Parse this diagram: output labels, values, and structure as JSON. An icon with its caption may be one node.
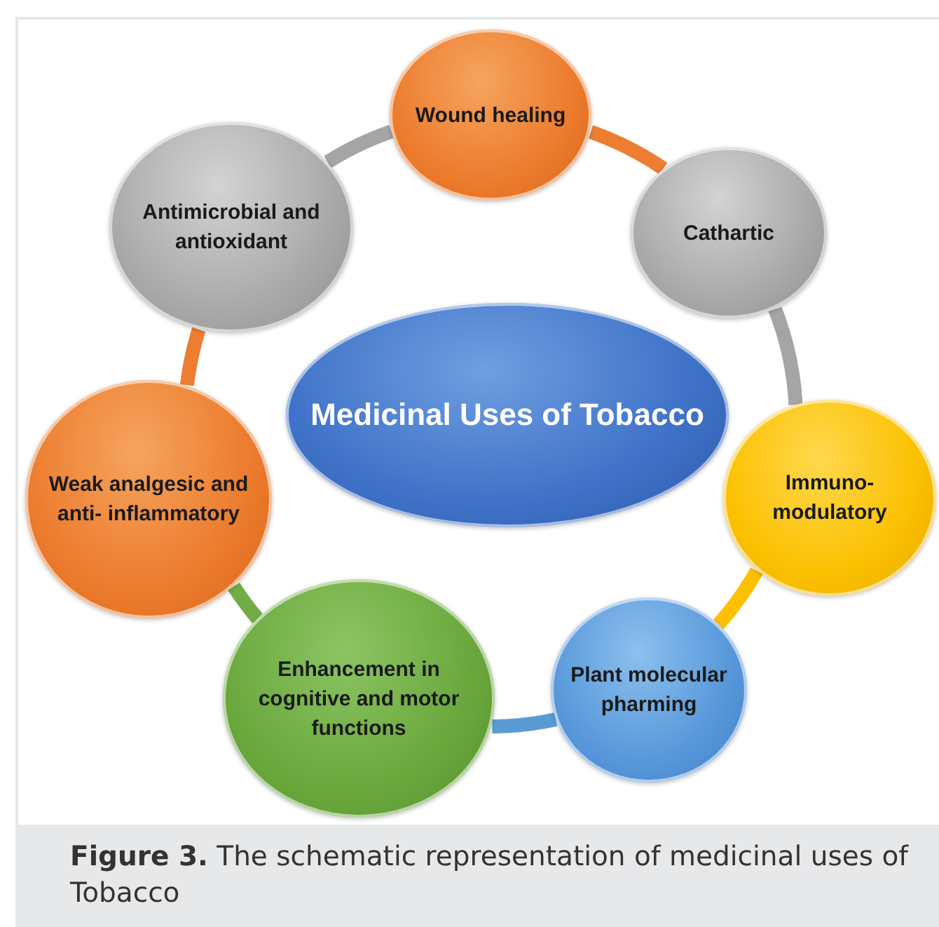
{
  "diagram": {
    "caption": "**Figure 3.** The schematic representation of medicinal uses of Tobacco",
    "nodes": [
      {
        "text": [
          "Medicinal Uses of Tobacco"
        ]
      },
      {
        "text": [
          "Wound healing"
        ]
      },
      {
        "text": [
          "Cathartic"
        ]
      },
      {
        "text": [
          "Immuno- modulatory"
        ]
      },
      {
        "text": [
          "Plant molecular pharming"
        ]
      },
      {
        "text": [
          "Enhancement in cognitive and motor functions"
        ]
      },
      {
        "text": [
          "Weak analgesic and anti- inflammatory"
        ]
      },
      {
        "text": [
          "Antimicrobial and antioxidant"
        ]
      }
    ],
    "edges": [
      {
        "from": 1,
        "to": 2,
        "arrow": "none",
        "color": "#ed7d31"
      },
      {
        "from": 2,
        "to": 3,
        "arrow": "none",
        "color": "#a5a5a5"
      },
      {
        "from": 3,
        "to": 4,
        "arrow": "none",
        "color": "#ffc000"
      },
      {
        "from": 4,
        "to": 5,
        "arrow": "none",
        "color": "#5b9bd5"
      },
      {
        "from": 5,
        "to": 6,
        "arrow": "none",
        "color": "#70ad47"
      },
      {
        "from": 6,
        "to": 7,
        "arrow": "none",
        "color": "#ed7d31"
      },
      {
        "from": 7,
        "to": 1,
        "arrow": "none",
        "color": "#a5a5a5"
      }
    ]
  }
}
